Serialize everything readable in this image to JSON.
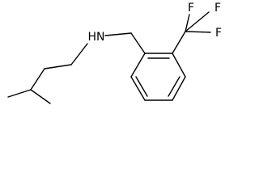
{
  "molecule": {
    "atom_labels": {
      "nh": "HN",
      "f_top_left": "F",
      "f_top_right": "F",
      "f_right": "F"
    },
    "colors": {
      "bond": "#000000",
      "label": "#000000",
      "background": "#ffffff"
    }
  }
}
